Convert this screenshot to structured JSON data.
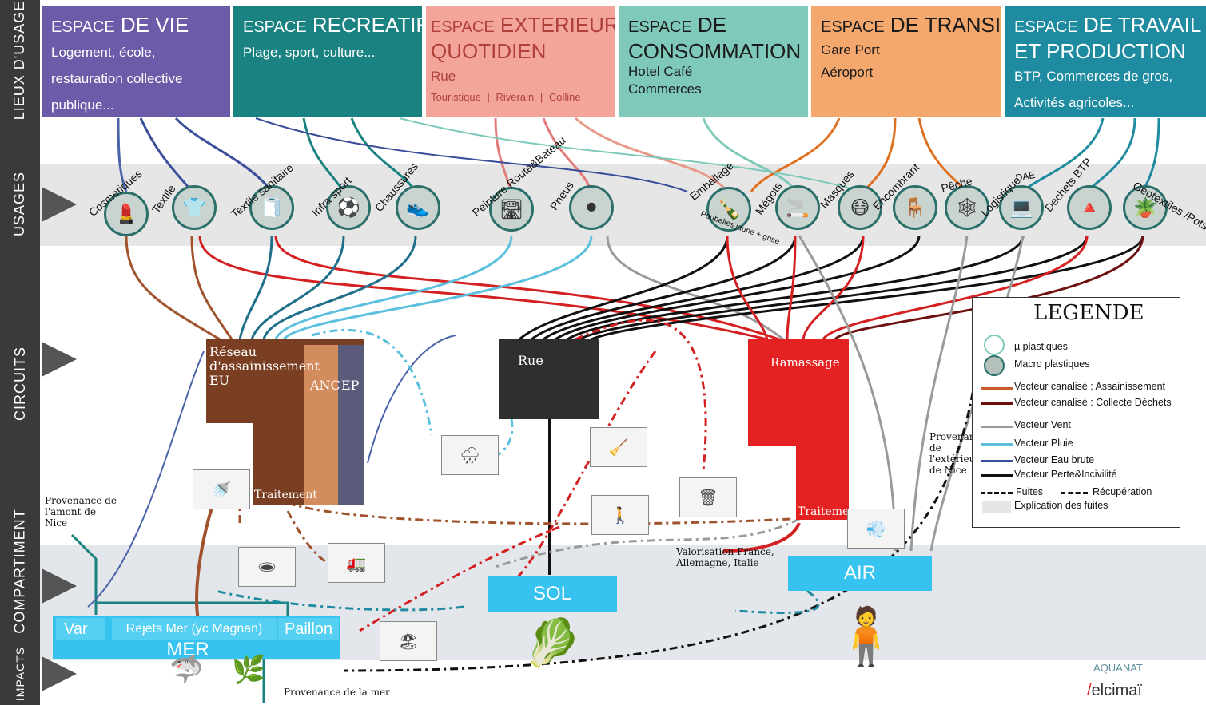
{
  "side_labels": [
    "LIEUX D'USAGE",
    "USAGES",
    "CIRCUITS",
    "COMPARTIMENT",
    "IMPACTS"
  ],
  "zones": [
    {
      "title_a": "ESPACE",
      "title_b": "DE VIE",
      "lines": [
        "Logement, école,",
        "restauration collective",
        "publique..."
      ],
      "color": "#6b5ba8"
    },
    {
      "title_a": "ESPACE",
      "title_b": "RECREATIF",
      "lines": [
        "Plage, sport, culture..."
      ],
      "color": "#1a8280"
    },
    {
      "title_a": "ESPACE",
      "title_b": "EXTERIEUR",
      "title_c": "QUOTIDIEN",
      "lines": [
        "Rue"
      ],
      "sub": [
        "Touristique",
        "Riverain",
        "Colline"
      ],
      "color": "#f4a59b"
    },
    {
      "title_a": "ESPACE",
      "title_b": "DE",
      "title_c": "CONSOMMATION",
      "lines": [
        "Hotel Café",
        "Commerces"
      ],
      "color": "#7fc9bb"
    },
    {
      "title_a": "ESPACE",
      "title_b": "DE TRANSIT",
      "lines": [
        "Gare  Port",
        "Aéroport"
      ],
      "color": "#f5a86e"
    },
    {
      "title_a": "ESPACE",
      "title_b": "DE TRAVAIL",
      "title_c": "ET PRODUCTION",
      "lines": [
        "BTP, Commerces de gros,",
        "Activités agricoles..."
      ],
      "color": "#1f8ba0"
    }
  ],
  "usages": [
    "Cosmétiques",
    "Textile",
    "Textile sanitaire",
    "Infra sport",
    "Chaussures",
    "Peinture Route&Bateau",
    "Pneus",
    "Emballage",
    "Poubelles jaune + grise",
    "Mégots",
    "Masques",
    "Encombrant",
    "Pêche",
    "Logistique",
    "DAE",
    "Dechets BTP",
    "Geotextiles /Pots agricoles"
  ],
  "usage_icons": [
    "lipstick-icon",
    "tshirt-icon",
    "wipes-icon",
    "sports-field-icon",
    "shoes-icon",
    "road-paint-icon",
    "tire-icon",
    "packaging-icon",
    "cigarette-icon",
    "mask-icon",
    "furniture-icon",
    "fishing-net-icon",
    "computer-icon",
    "traffic-cone-icon",
    "geotextile-icon"
  ],
  "circuits": {
    "reseau": "Réseau d'assainissement EU",
    "anc": "ANC",
    "ep": "EP",
    "traitement_1": "Traitement",
    "rue": "Rue",
    "ramassage": "Ramassage",
    "traitement_2": "Traitement"
  },
  "notes": {
    "amont": "Provenance de l'amont de Nice",
    "exterieur": "Provenance de l'extérieur de Nice",
    "mer_prov": "Provenance de la mer",
    "valorisation": "Valorisation France, Allemagne, Italie"
  },
  "sinks": {
    "var": "Var",
    "rejets": "Rejets  Mer (yc Magnan)",
    "paillon": "Paillon",
    "mer": "MER",
    "sol": "SOL",
    "air": "AIR"
  },
  "legend": {
    "title": "LEGENDE",
    "items": [
      "µ plastiques",
      "Macro plastiques",
      "Vecteur canalisé : Assainissement",
      "Vecteur canalisé : Collecte Déchets",
      "Vecteur Vent",
      "Vecteur Pluie",
      "Vecteur Eau brute",
      "Vecteur Perte&Incivilité",
      "Fuites",
      "Récupération",
      "Explication des fuites"
    ],
    "colors": [
      "#c65a2a",
      "#6e1010",
      "#9a9a9a",
      "#5bc0de",
      "#3a4e9a",
      "#111111"
    ]
  },
  "logos": [
    "AQUANAT",
    "elcimaï"
  ]
}
